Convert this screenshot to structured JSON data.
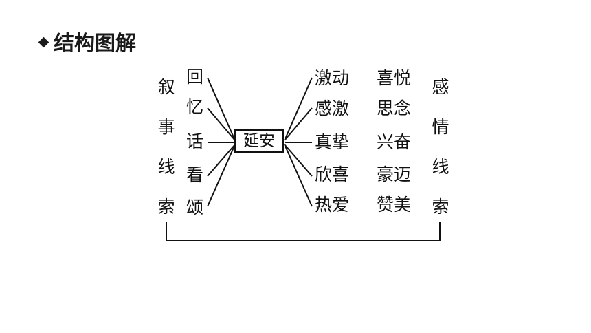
{
  "heading": "结构图解",
  "center": "延安",
  "left_column_label": [
    "叙",
    "事",
    "线",
    "索"
  ],
  "right_column_label": [
    "感",
    "情",
    "线",
    "索"
  ],
  "left_items": [
    "回",
    "忆",
    "话",
    "看",
    "颂"
  ],
  "right_items": [
    [
      "激动",
      "喜悦"
    ],
    [
      "感激",
      "思念"
    ],
    [
      "真挚",
      "兴奋"
    ],
    [
      "欣喜",
      "豪迈"
    ],
    [
      "热爱",
      "赞美"
    ]
  ],
  "icons": [
    "diamond-bullet-icon"
  ]
}
